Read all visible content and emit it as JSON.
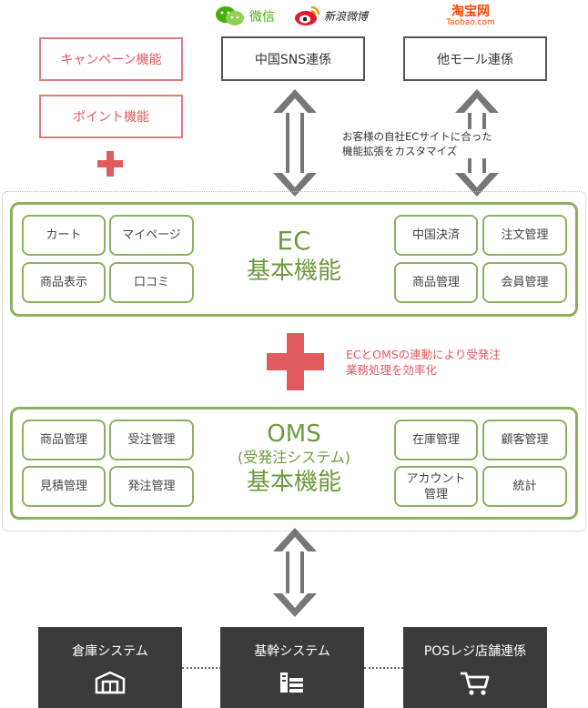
{
  "top_left": {
    "campaign_label": "キャンペーン機能",
    "point_label": "ポイント機能"
  },
  "logos": {
    "wechat_label": "微信",
    "weibo_label": "新浪微博",
    "taobao_label": "淘宝网",
    "taobao_sub": "Taobao.com"
  },
  "top_boxes": {
    "china_sns": "中国SNS連係",
    "other_mall": "他モール連係"
  },
  "notes": {
    "customize_line1": "お客様の自社ECサイトに合った",
    "customize_line2": "機能拡張をカスタマイズ",
    "oms_line1": "ECとOMSの連動により受発注",
    "oms_line2": "業務処理を効率化"
  },
  "ec_panel": {
    "title_line1": "EC",
    "title_line2": "基本機能",
    "left_pills": [
      "カート",
      "マイページ",
      "商品表示",
      "口コミ"
    ],
    "right_pills": [
      "中国決済",
      "注文管理",
      "商品管理",
      "会員管理"
    ]
  },
  "oms_panel": {
    "title_line1": "OMS",
    "title_line2": "(受発注システム)",
    "title_line3": "基本機能",
    "left_pills": [
      "商品管理",
      "受注管理",
      "見積管理",
      "発注管理"
    ],
    "right_pills": [
      "在庫管理",
      "顧客管理",
      "アカウント\n管理",
      "統計"
    ]
  },
  "bottom_boxes": {
    "warehouse": "倉庫システム",
    "core": "基幹システム",
    "pos": "POSレジ店舗連係"
  },
  "colors": {
    "green": "#8db060",
    "pink": "#e07b7e",
    "red_plus": "#e05a5e",
    "dark": "#3b3b3b",
    "arrow": "#777777"
  },
  "icons": {
    "wechat": "wechat-icon",
    "weibo": "weibo-icon",
    "warehouse": "warehouse-icon",
    "core": "server-stack-icon",
    "pos": "shopping-cart-icon"
  }
}
